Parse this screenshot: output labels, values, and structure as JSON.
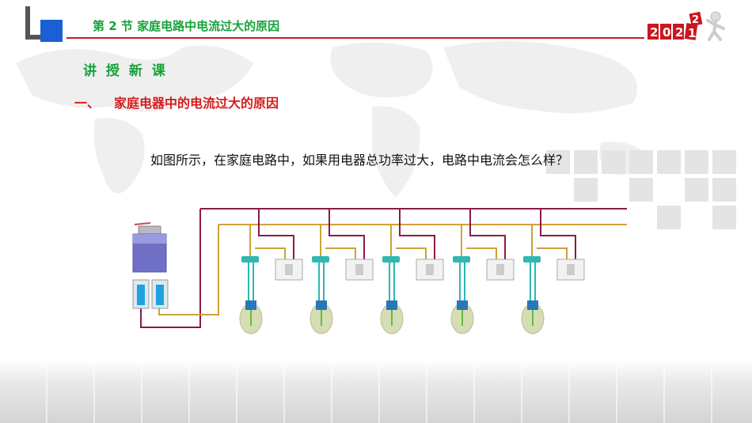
{
  "header": {
    "title": "第 2 节  家庭电路中电流过大的原因",
    "year_digits": [
      "2",
      "0",
      "2",
      "1",
      "2"
    ]
  },
  "section": {
    "label": "讲 授 新 课"
  },
  "heading": {
    "number": "一、",
    "text": "家庭电器中的电流过大的原因"
  },
  "question": {
    "text": "如图所示，在家庭电路中，如果用电器总功率过大，电路中电流会怎么样？"
  },
  "colors": {
    "accent_green": "#17a23a",
    "accent_red": "#d41c1c",
    "header_line": "#c61d24",
    "logo_blue": "#1a5fd6",
    "live_wire": "#8b1a4a",
    "neutral_wire": "#c9a43a"
  },
  "circuit": {
    "lamp_count": 5,
    "switch_count": 5,
    "icons": [
      "fuse-box-icon",
      "meter-icon",
      "lamp-icon",
      "switch-icon"
    ]
  }
}
